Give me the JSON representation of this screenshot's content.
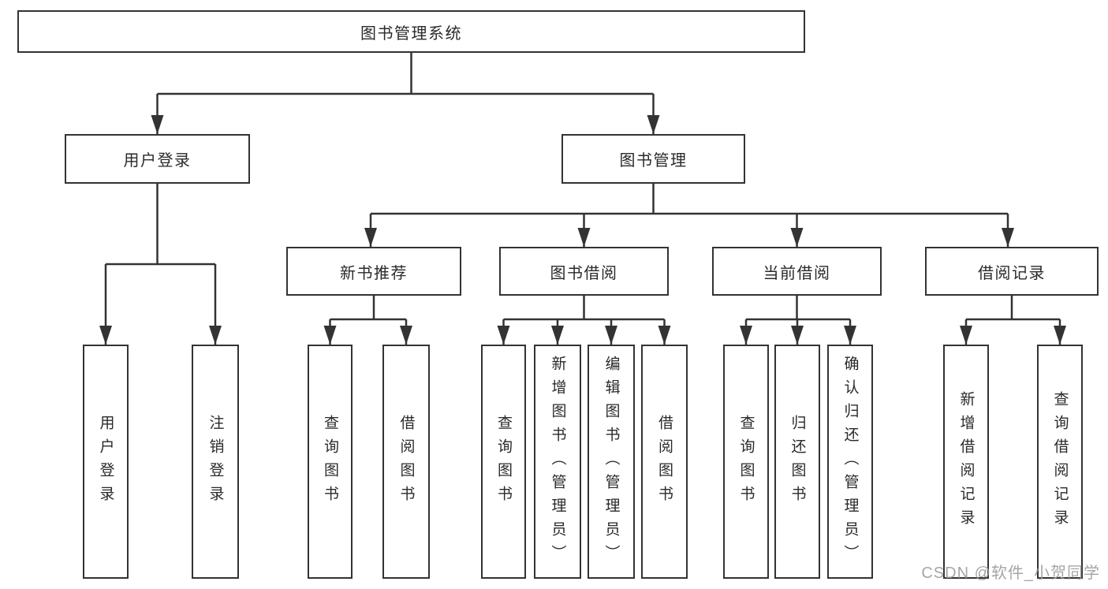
{
  "diagram": {
    "root": {
      "label": "图书管理系统"
    },
    "level2": [
      {
        "label": "用户登录"
      },
      {
        "label": "图书管理"
      }
    ],
    "level3": [
      {
        "label": "新书推荐"
      },
      {
        "label": "图书借阅"
      },
      {
        "label": "当前借阅"
      },
      {
        "label": "借阅记录"
      }
    ],
    "leaves": {
      "user_login": [
        {
          "label": "用户登录"
        },
        {
          "label": "注销登录"
        }
      ],
      "new_book_recommend": [
        {
          "label": "查询图书"
        },
        {
          "label": "借阅图书"
        }
      ],
      "book_borrow": [
        {
          "label": "查询图书"
        },
        {
          "label": "新增图书（管理员）"
        },
        {
          "label": "编辑图书（管理员）"
        },
        {
          "label": "借阅图书"
        }
      ],
      "current_borrow": [
        {
          "label": "查询图书"
        },
        {
          "label": "归还图书"
        },
        {
          "label": "确认归还（管理员）"
        }
      ],
      "borrow_record": [
        {
          "label": "新增借阅记录"
        },
        {
          "label": "查询借阅记录"
        }
      ]
    }
  },
  "watermark": {
    "text": "CSDN @软件_小贺同学"
  },
  "colors": {
    "line": "#333333",
    "text": "#2a2a2a",
    "box_background": "#ffffff",
    "watermark": "#9c9c9c"
  }
}
